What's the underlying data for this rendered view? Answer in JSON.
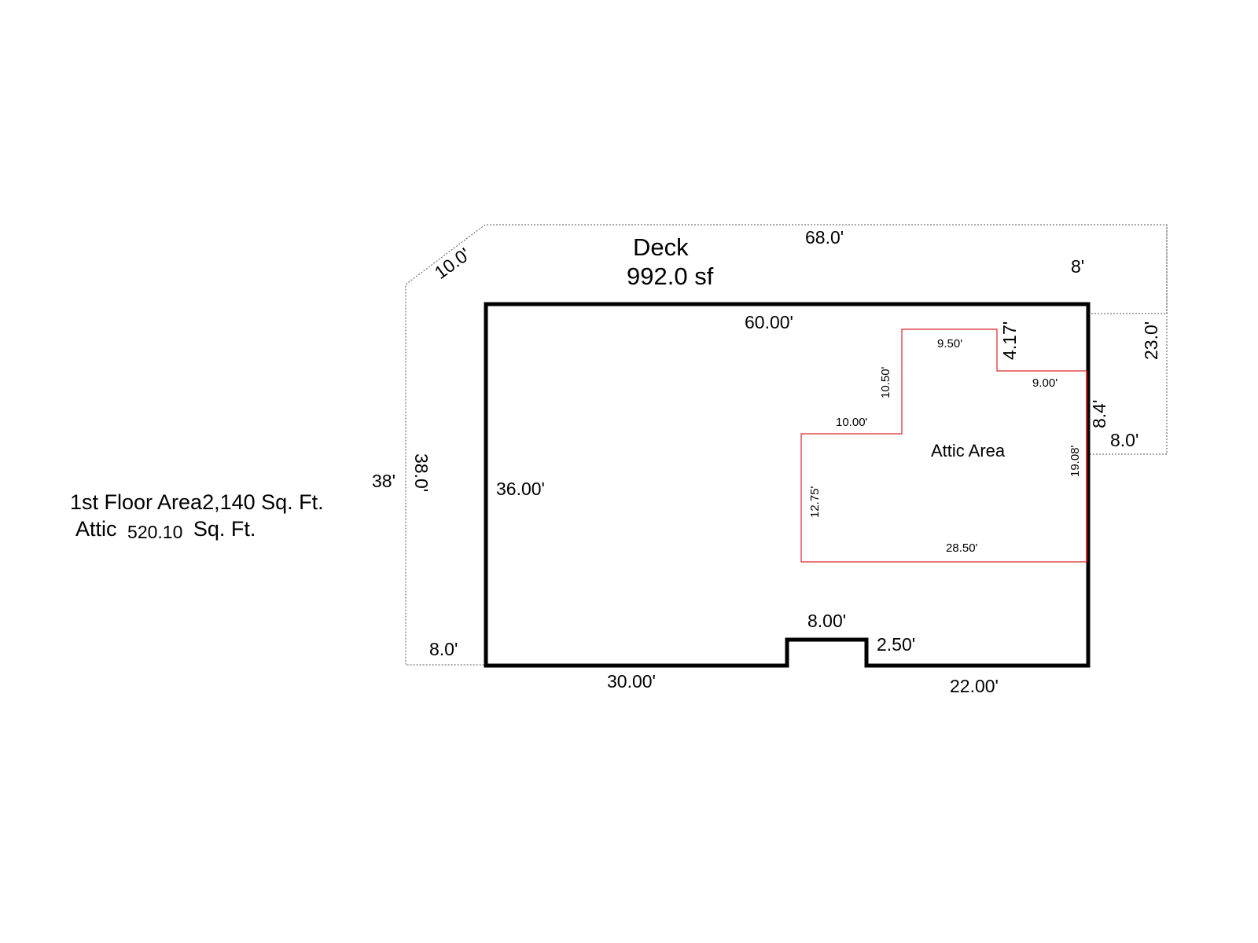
{
  "summary": {
    "first_floor_label": "1st Floor Area",
    "first_floor_value": "2,140 Sq. Ft.",
    "attic_label": "Attic",
    "attic_value": "520.10",
    "attic_unit": "Sq. Ft."
  },
  "deck": {
    "name": "Deck",
    "area": "992.0 sf",
    "dims": {
      "top": "68.0'",
      "diagonal": "10.0'",
      "right_short": "8'",
      "right_vertical": "23.0'",
      "right_step": "8.0'",
      "left_outer": "38'",
      "left_inner": "38.0'",
      "bottom_left": "8.0'"
    }
  },
  "first_floor": {
    "dims": {
      "top": "60.00'",
      "left": "36.00'",
      "bottom_left": "30.00'",
      "bump_width": "8.00'",
      "bump_depth": "2.50'",
      "bottom_right": "22.00'"
    }
  },
  "attic": {
    "name": "Attic Area",
    "dims": {
      "top": "9.50'",
      "notch_height": "4.17'",
      "notch_width": "9.00'",
      "step_height": "10.50'",
      "step_width": "10.00'",
      "right_upper": "8.4'",
      "right": "19.08'",
      "left": "12.75'",
      "bottom": "28.50'"
    }
  },
  "colors": {
    "floor_outline": "#000000",
    "deck_outline": "#555555",
    "attic_outline": "#d9262c"
  }
}
